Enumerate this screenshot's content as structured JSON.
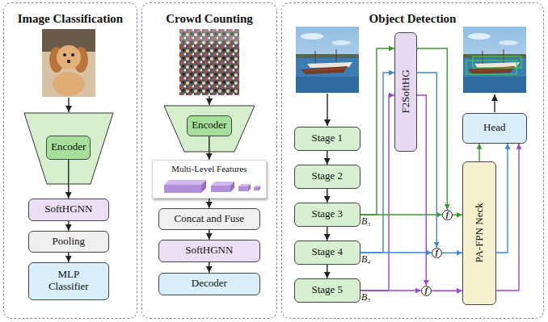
{
  "diagram": {
    "nodes": [
      {
        "text": [
          "Image Classification"
        ]
      },
      {
        "text": [
          "Encoder"
        ],
        "in": 0
      },
      {
        "text": [
          "SoftHGNN"
        ],
        "in": 0
      },
      {
        "text": [
          "Pooling"
        ],
        "in": 0
      },
      {
        "text": [
          "MLP Classifier"
        ],
        "in": 0
      },
      {
        "text": [
          "Crowd Counting"
        ]
      },
      {
        "text": [
          "Encoder"
        ],
        "in": 5
      },
      {
        "text": [
          "Multi-Level Features"
        ],
        "in": 5
      },
      {
        "text": [
          "Concat and Fuse"
        ],
        "in": 5
      },
      {
        "text": [
          "SoftHGNN"
        ],
        "in": 5
      },
      {
        "text": [
          "Decoder"
        ],
        "in": 5
      },
      {
        "text": [
          "Object Detection"
        ]
      },
      {
        "text": [
          "Stage 1"
        ],
        "in": 11
      },
      {
        "text": [
          "Stage 2"
        ],
        "in": 11
      },
      {
        "text": [
          "Stage 3"
        ],
        "in": 11
      },
      {
        "text": [
          "Stage 4"
        ],
        "in": 11
      },
      {
        "text": [
          "Stage 5"
        ],
        "in": 11
      },
      {
        "text": [
          "F2SoftHG"
        ],
        "in": 11
      },
      {
        "text": [
          "f"
        ],
        "in": 11
      },
      {
        "text": [
          "f"
        ],
        "in": 11
      },
      {
        "text": [
          "f"
        ],
        "in": 11
      },
      {
        "text": [
          "Head"
        ],
        "in": 11
      },
      {
        "text": [
          "PA-FPN Neck"
        ],
        "in": 11
      }
    ],
    "edges": [
      {
        "from": 1,
        "to": 2,
        "arrow": "to"
      },
      {
        "from": 2,
        "to": 3,
        "arrow": "to"
      },
      {
        "from": 3,
        "to": 4,
        "arrow": "to"
      },
      {
        "from": 6,
        "to": 7,
        "arrow": "to"
      },
      {
        "from": 7,
        "to": 8,
        "arrow": "to"
      },
      {
        "from": 8,
        "to": 9,
        "arrow": "to"
      },
      {
        "from": 9,
        "to": 10,
        "arrow": "to"
      },
      {
        "from": 12,
        "to": 13,
        "arrow": "to"
      },
      {
        "from": 13,
        "to": 14,
        "arrow": "to"
      },
      {
        "from": 14,
        "to": 15,
        "arrow": "to"
      },
      {
        "from": 15,
        "to": 16,
        "arrow": "to"
      },
      {
        "from": 14,
        "to": 17,
        "arrow": "to"
      },
      {
        "from": 15,
        "to": 17,
        "arrow": "to"
      },
      {
        "from": 16,
        "to": 17,
        "arrow": "to"
      },
      {
        "from": 14,
        "to": 18,
        "arrow": "to"
      },
      {
        "from": 15,
        "to": 19,
        "arrow": "to"
      },
      {
        "from": 16,
        "to": 20,
        "arrow": "to"
      },
      {
        "from": 17,
        "to": 18,
        "arrow": "to"
      },
      {
        "from": 17,
        "to": 19,
        "arrow": "to"
      },
      {
        "from": 17,
        "to": 20,
        "arrow": "to"
      },
      {
        "from": 18,
        "to": 22,
        "arrow": "to"
      },
      {
        "from": 19,
        "to": 22,
        "arrow": "to"
      },
      {
        "from": 20,
        "to": 22,
        "arrow": "to"
      },
      {
        "from": 22,
        "to": 21,
        "arrow": "to"
      },
      {
        "from": 22,
        "to": 21,
        "arrow": "to"
      },
      {
        "from": 22,
        "to": 21,
        "arrow": "to"
      }
    ],
    "labels": [
      "B₃",
      "B₄",
      "B₅"
    ]
  }
}
